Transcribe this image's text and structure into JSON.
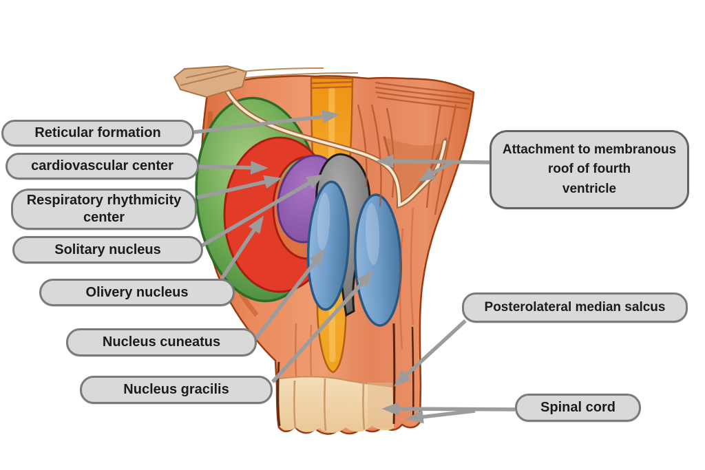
{
  "figure_title": "Medulla oblongata (brain stem) labeled diagram",
  "labels": {
    "reticular_formation": "Reticular formation",
    "cardiovascular_center": "cardiovascular center",
    "respiratory_rhythmicity_center": {
      "lines": [
        "Respiratory rhythmicity",
        "center"
      ]
    },
    "solitary_nucleus": "Solitary nucleus",
    "olivery_nucleus": "Olivery nucleus",
    "nucleus_cuneatus": "Nucleus cuneatus",
    "nucleus_gracilis": "Nucleus gracilis",
    "attachment": {
      "lines": [
        "Attachment to membranous",
        "roof of fourth",
        "ventricle"
      ]
    },
    "posterolateral_median_salcus": "Posterolateral median salcus",
    "spinal_cord": "Spinal cord"
  },
  "colors": {
    "label_background": "#d9d9d9",
    "label_border": "#7a7a7a",
    "label_text": "#1b1b1b",
    "arrow_gray": "#9c9c9c",
    "body_salmon": "#e8875f",
    "body_outline": "#9c3a10",
    "reticular_green": "#67a24c",
    "cardiovascular_red": "#e23b28",
    "respiratory_purple": "#8f58ab",
    "solitary_gray": "#6f6f6f",
    "nucleus_blue": "#6f9cc9",
    "median_band_orange": "#f09a20",
    "spinal_cord_cream": "#f2d8b2",
    "membrane_cream": "#f6e8d2"
  }
}
